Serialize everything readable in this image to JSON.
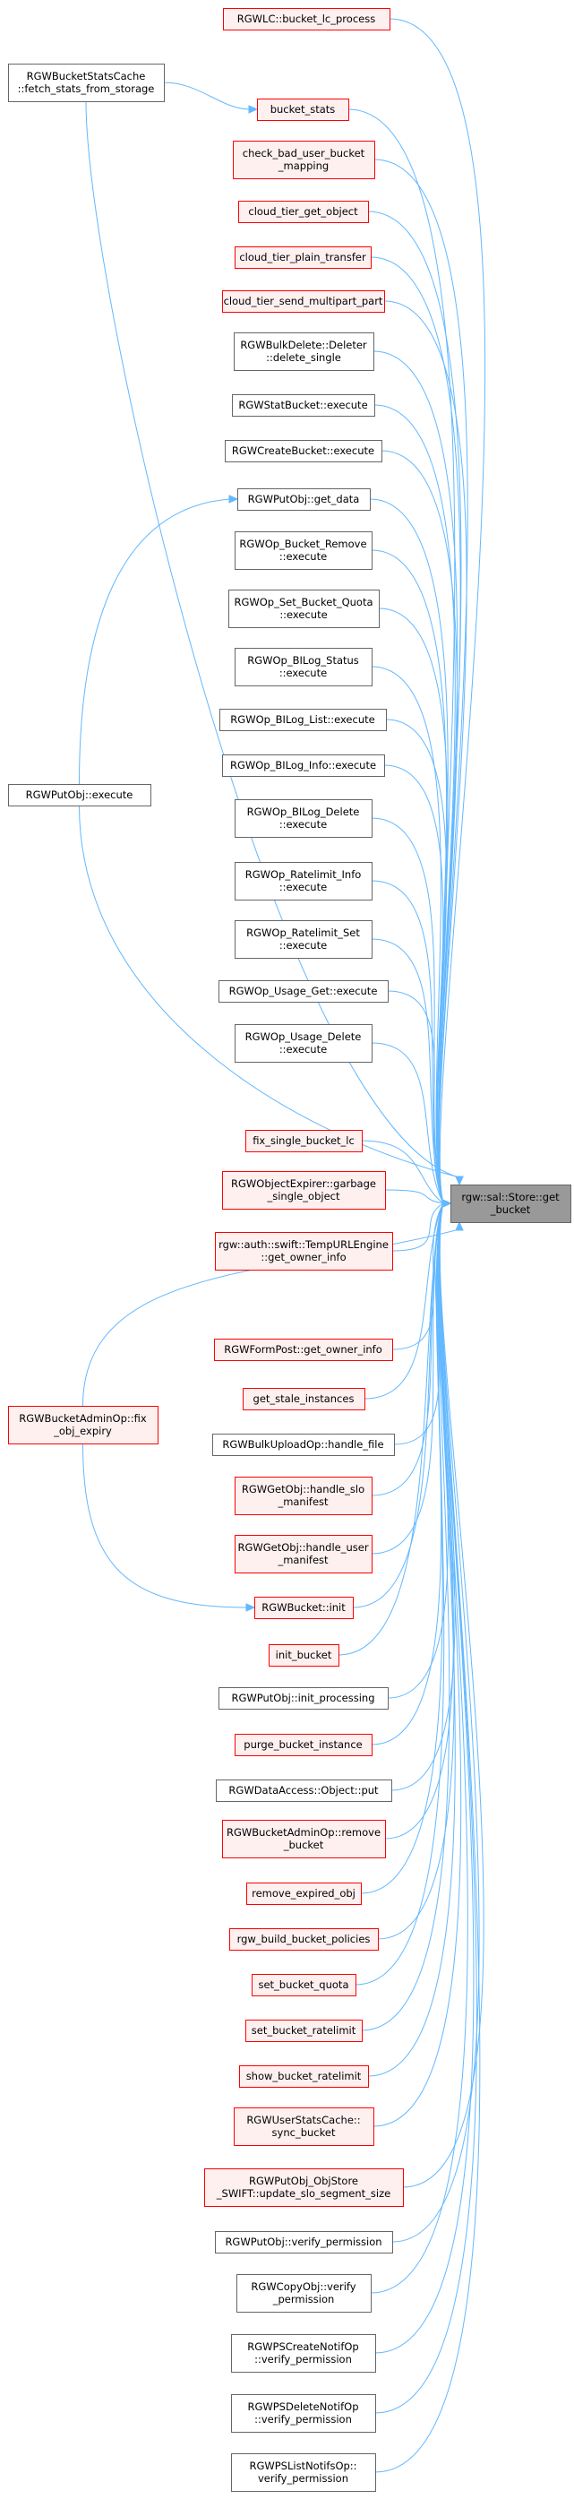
{
  "graph": {
    "target": {
      "id": "target",
      "lines": [
        "rgw::sal::Store::get",
        "_bucket"
      ]
    },
    "nodes": [
      {
        "id": "n0",
        "lines": [
          "RGWLC::bucket_lc_process"
        ],
        "style": "red"
      },
      {
        "id": "n1",
        "lines": [
          "RGWBucketStatsCache",
          "::fetch_stats_from_storage"
        ],
        "style": "gray"
      },
      {
        "id": "n2",
        "lines": [
          "bucket_stats"
        ],
        "style": "red"
      },
      {
        "id": "n3",
        "lines": [
          "check_bad_user_bucket",
          "_mapping"
        ],
        "style": "red"
      },
      {
        "id": "n4",
        "lines": [
          "cloud_tier_get_object"
        ],
        "style": "red"
      },
      {
        "id": "n5",
        "lines": [
          "cloud_tier_plain_transfer"
        ],
        "style": "red"
      },
      {
        "id": "n6",
        "lines": [
          "cloud_tier_send_multipart_part"
        ],
        "style": "red"
      },
      {
        "id": "n7",
        "lines": [
          "RGWBulkDelete::Deleter",
          "::delete_single"
        ],
        "style": "gray"
      },
      {
        "id": "n8",
        "lines": [
          "RGWStatBucket::execute"
        ],
        "style": "gray"
      },
      {
        "id": "n9",
        "lines": [
          "RGWCreateBucket::execute"
        ],
        "style": "gray"
      },
      {
        "id": "n10",
        "lines": [
          "RGWPutObj::get_data"
        ],
        "style": "gray"
      },
      {
        "id": "n11",
        "lines": [
          "RGWOp_Bucket_Remove",
          "::execute"
        ],
        "style": "gray"
      },
      {
        "id": "n12",
        "lines": [
          "RGWOp_Set_Bucket_Quota",
          "::execute"
        ],
        "style": "gray"
      },
      {
        "id": "n13",
        "lines": [
          "RGWOp_BILog_Status",
          "::execute"
        ],
        "style": "gray"
      },
      {
        "id": "n14",
        "lines": [
          "RGWOp_BILog_List::execute"
        ],
        "style": "gray"
      },
      {
        "id": "n15",
        "lines": [
          "RGWOp_BILog_Info::execute"
        ],
        "style": "gray"
      },
      {
        "id": "n16",
        "lines": [
          "RGWOp_BILog_Delete",
          "::execute"
        ],
        "style": "gray"
      },
      {
        "id": "n17",
        "lines": [
          "RGWOp_Ratelimit_Info",
          "::execute"
        ],
        "style": "gray"
      },
      {
        "id": "n18",
        "lines": [
          "RGWOp_Ratelimit_Set",
          "::execute"
        ],
        "style": "gray"
      },
      {
        "id": "n19",
        "lines": [
          "RGWOp_Usage_Get::execute"
        ],
        "style": "gray"
      },
      {
        "id": "n20",
        "lines": [
          "RGWOp_Usage_Delete",
          "::execute"
        ],
        "style": "gray"
      },
      {
        "id": "n21",
        "lines": [
          "RGWPutObj::execute"
        ],
        "style": "gray"
      },
      {
        "id": "n22",
        "lines": [
          "fix_single_bucket_lc"
        ],
        "style": "red"
      },
      {
        "id": "n23",
        "lines": [
          "RGWObjectExpirer::garbage",
          "_single_object"
        ],
        "style": "red"
      },
      {
        "id": "n24",
        "lines": [
          "rgw::auth::swift::TempURLEngine",
          "::get_owner_info"
        ],
        "style": "red"
      },
      {
        "id": "n25",
        "lines": [
          "RGWFormPost::get_owner_info"
        ],
        "style": "red"
      },
      {
        "id": "n26",
        "lines": [
          "get_stale_instances"
        ],
        "style": "red"
      },
      {
        "id": "n27",
        "lines": [
          "RGWBulkUploadOp::handle_file"
        ],
        "style": "gray"
      },
      {
        "id": "n28",
        "lines": [
          "RGWGetObj::handle_slo",
          "_manifest"
        ],
        "style": "red"
      },
      {
        "id": "n29",
        "lines": [
          "RGWGetObj::handle_user",
          "_manifest"
        ],
        "style": "red"
      },
      {
        "id": "n30",
        "lines": [
          "RGWBucketAdminOp::fix",
          "_obj_expiry"
        ],
        "style": "red"
      },
      {
        "id": "n31",
        "lines": [
          "RGWBucket::init"
        ],
        "style": "red"
      },
      {
        "id": "n32",
        "lines": [
          "init_bucket"
        ],
        "style": "red"
      },
      {
        "id": "n33",
        "lines": [
          "RGWPutObj::init_processing"
        ],
        "style": "gray"
      },
      {
        "id": "n34",
        "lines": [
          "purge_bucket_instance"
        ],
        "style": "red"
      },
      {
        "id": "n35",
        "lines": [
          "RGWDataAccess::Object::put"
        ],
        "style": "gray"
      },
      {
        "id": "n36",
        "lines": [
          "RGWBucketAdminOp::remove",
          "_bucket"
        ],
        "style": "red"
      },
      {
        "id": "n37",
        "lines": [
          "remove_expired_obj"
        ],
        "style": "red"
      },
      {
        "id": "n38",
        "lines": [
          "rgw_build_bucket_policies"
        ],
        "style": "red"
      },
      {
        "id": "n39",
        "lines": [
          "set_bucket_quota"
        ],
        "style": "red"
      },
      {
        "id": "n40",
        "lines": [
          "set_bucket_ratelimit"
        ],
        "style": "red"
      },
      {
        "id": "n41",
        "lines": [
          "show_bucket_ratelimit"
        ],
        "style": "red"
      },
      {
        "id": "n42",
        "lines": [
          "RGWUserStatsCache::",
          "sync_bucket"
        ],
        "style": "red"
      },
      {
        "id": "n43",
        "lines": [
          "RGWPutObj_ObjStore",
          "_SWIFT::update_slo_segment_size"
        ],
        "style": "red"
      },
      {
        "id": "n44",
        "lines": [
          "RGWPutObj::verify_permission"
        ],
        "style": "gray"
      },
      {
        "id": "n45",
        "lines": [
          "RGWCopyObj::verify",
          "_permission"
        ],
        "style": "gray"
      },
      {
        "id": "n46",
        "lines": [
          "RGWPSCreateNotifOp",
          "::verify_permission"
        ],
        "style": "gray"
      },
      {
        "id": "n47",
        "lines": [
          "RGWPSDeleteNotifOp",
          "::verify_permission"
        ],
        "style": "gray"
      },
      {
        "id": "n48",
        "lines": [
          "RGWPSListNotifsOp::",
          "verify_permission"
        ],
        "style": "gray"
      }
    ],
    "edges": [
      {
        "from": "n0",
        "to": "target"
      },
      {
        "from": "n1",
        "to": "target"
      },
      {
        "from": "n1",
        "to": "n2"
      },
      {
        "from": "n2",
        "to": "target"
      },
      {
        "from": "n3",
        "to": "target"
      },
      {
        "from": "n4",
        "to": "target"
      },
      {
        "from": "n5",
        "to": "target"
      },
      {
        "from": "n6",
        "to": "target"
      },
      {
        "from": "n7",
        "to": "target"
      },
      {
        "from": "n8",
        "to": "target"
      },
      {
        "from": "n9",
        "to": "target"
      },
      {
        "from": "n10",
        "to": "target"
      },
      {
        "from": "n11",
        "to": "target"
      },
      {
        "from": "n12",
        "to": "target"
      },
      {
        "from": "n13",
        "to": "target"
      },
      {
        "from": "n14",
        "to": "target"
      },
      {
        "from": "n15",
        "to": "target"
      },
      {
        "from": "n16",
        "to": "target"
      },
      {
        "from": "n17",
        "to": "target"
      },
      {
        "from": "n18",
        "to": "target"
      },
      {
        "from": "n19",
        "to": "target"
      },
      {
        "from": "n20",
        "to": "target"
      },
      {
        "from": "n21",
        "to": "target"
      },
      {
        "from": "n21",
        "to": "n10"
      },
      {
        "from": "n22",
        "to": "target"
      },
      {
        "from": "n23",
        "to": "target"
      },
      {
        "from": "n24",
        "to": "target"
      },
      {
        "from": "n25",
        "to": "target"
      },
      {
        "from": "n26",
        "to": "target"
      },
      {
        "from": "n27",
        "to": "target"
      },
      {
        "from": "n28",
        "to": "target"
      },
      {
        "from": "n29",
        "to": "target"
      },
      {
        "from": "n30",
        "to": "target"
      },
      {
        "from": "n30",
        "to": "n31"
      },
      {
        "from": "n31",
        "to": "target"
      },
      {
        "from": "n32",
        "to": "target"
      },
      {
        "from": "n33",
        "to": "target"
      },
      {
        "from": "n34",
        "to": "target"
      },
      {
        "from": "n35",
        "to": "target"
      },
      {
        "from": "n36",
        "to": "target"
      },
      {
        "from": "n37",
        "to": "target"
      },
      {
        "from": "n38",
        "to": "target"
      },
      {
        "from": "n39",
        "to": "target"
      },
      {
        "from": "n40",
        "to": "target"
      },
      {
        "from": "n41",
        "to": "target"
      },
      {
        "from": "n42",
        "to": "target"
      },
      {
        "from": "n43",
        "to": "target"
      },
      {
        "from": "n44",
        "to": "target"
      },
      {
        "from": "n45",
        "to": "target"
      },
      {
        "from": "n46",
        "to": "target"
      },
      {
        "from": "n47",
        "to": "target"
      },
      {
        "from": "n48",
        "to": "target"
      }
    ]
  }
}
